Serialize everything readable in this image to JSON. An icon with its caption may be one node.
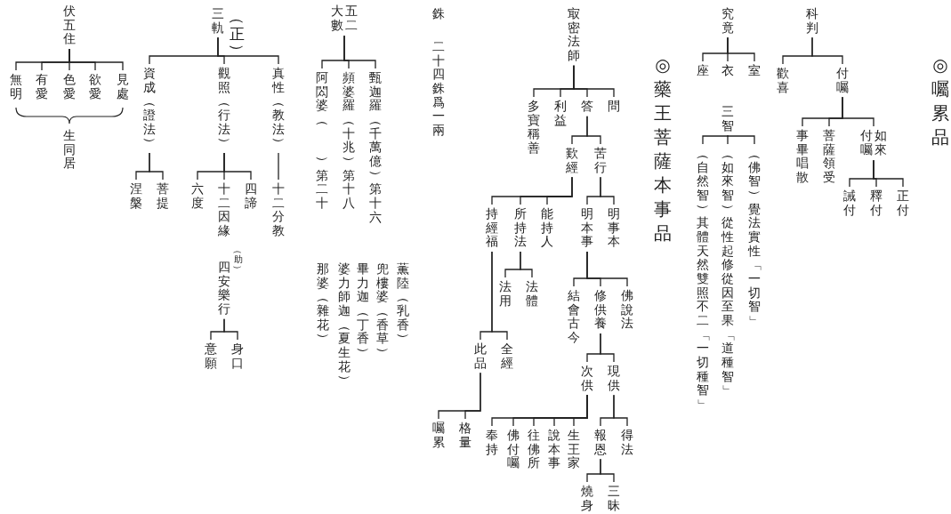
{
  "diagram": {
    "nodes": [
      {
        "text": [
          "科判"
        ]
      },
      {
        "text": [
          "歡喜"
        ]
      },
      {
        "text": [
          "付囑"
        ]
      },
      {
        "text": [
          "事畢唱散"
        ]
      },
      {
        "text": [
          "菩薩領受"
        ]
      },
      {
        "text": [
          "如來付囑"
        ]
      },
      {
        "text": [
          "誡付"
        ]
      },
      {
        "text": [
          "釋付"
        ]
      },
      {
        "text": [
          "正付"
        ]
      },
      {
        "text": [
          "究竟"
        ]
      },
      {
        "text": [
          "座"
        ]
      },
      {
        "text": [
          "衣"
        ]
      },
      {
        "text": [
          "室"
        ]
      },
      {
        "text": [
          "三智"
        ]
      },
      {
        "text": [
          "（佛智）覺法實性「一切智」"
        ]
      },
      {
        "text": [
          "（如來智）從性起修從因至果「道種智」"
        ]
      },
      {
        "text": [
          "（自然智）其體天然雙照不二「一切種智」"
        ]
      },
      {
        "text": [
          "㝡密法師"
        ]
      },
      {
        "text": [
          "問"
        ]
      },
      {
        "text": [
          "答"
        ]
      },
      {
        "text": [
          "利益"
        ]
      },
      {
        "text": [
          "多寶稱善"
        ]
      },
      {
        "text": [
          "苦行"
        ]
      },
      {
        "text": [
          "歎經"
        ]
      },
      {
        "text": [
          "明事本"
        ]
      },
      {
        "text": [
          "明本事"
        ]
      },
      {
        "text": [
          "能持人"
        ]
      },
      {
        "text": [
          "所持法"
        ]
      },
      {
        "text": [
          "持經福"
        ]
      },
      {
        "text": [
          "佛說法"
        ]
      },
      {
        "text": [
          "修供養"
        ]
      },
      {
        "text": [
          "結會古今"
        ]
      },
      {
        "text": [
          "法體"
        ]
      },
      {
        "text": [
          "法用"
        ]
      },
      {
        "text": [
          "全經"
        ]
      },
      {
        "text": [
          "此品"
        ]
      },
      {
        "text": [
          "現供"
        ]
      },
      {
        "text": [
          "次供"
        ]
      },
      {
        "text": [
          "得法"
        ]
      },
      {
        "text": [
          "報恩"
        ]
      },
      {
        "text": [
          "三昧"
        ]
      },
      {
        "text": [
          "燒身"
        ]
      },
      {
        "text": [
          "生王家"
        ]
      },
      {
        "text": [
          "說本事"
        ]
      },
      {
        "text": [
          "往佛所"
        ]
      },
      {
        "text": [
          "佛付囑"
        ]
      },
      {
        "text": [
          "奉持"
        ]
      },
      {
        "text": [
          "格量"
        ]
      },
      {
        "text": [
          "囑累"
        ]
      },
      {
        "text": [
          "五二大數"
        ]
      },
      {
        "text": [
          "甄迦羅（千萬億）第十六"
        ]
      },
      {
        "text": [
          "頻婆羅（十兆）第十八"
        ]
      },
      {
        "text": [
          "阿閦婆（　　）第二十"
        ]
      },
      {
        "text": [
          "三軌"
        ],
        "beside": [
          "（正）"
        ]
      },
      {
        "text": [
          "真性（教法）"
        ]
      },
      {
        "text": [
          "觀照（行法）"
        ]
      },
      {
        "text": [
          "資成（證法）"
        ]
      },
      {
        "text": [
          "十二分教"
        ]
      },
      {
        "text": [
          "四諦"
        ]
      },
      {
        "text": [
          "十二因緣"
        ]
      },
      {
        "text": [
          "六度"
        ]
      },
      {
        "text": [
          "菩提"
        ]
      },
      {
        "text": [
          "涅槃"
        ]
      },
      {
        "text": [
          "四安樂行"
        ],
        "beside": [
          "（助）"
        ]
      },
      {
        "text": [
          "身口"
        ]
      },
      {
        "text": [
          "意願"
        ]
      },
      {
        "text": [
          "伏五住"
        ]
      },
      {
        "text": [
          "見處"
        ]
      },
      {
        "text": [
          "欲愛"
        ]
      },
      {
        "text": [
          "色愛"
        ]
      },
      {
        "text": [
          "有愛"
        ]
      },
      {
        "text": [
          "無明"
        ]
      }
    ],
    "edges": [
      {
        "from": 0,
        "to": 1,
        "arrow": "none"
      },
      {
        "from": 0,
        "to": 2,
        "arrow": "none"
      },
      {
        "from": 2,
        "to": 3,
        "arrow": "none"
      },
      {
        "from": 2,
        "to": 4,
        "arrow": "none"
      },
      {
        "from": 2,
        "to": 5,
        "arrow": "none"
      },
      {
        "from": 5,
        "to": 6,
        "arrow": "none"
      },
      {
        "from": 5,
        "to": 7,
        "arrow": "none"
      },
      {
        "from": 5,
        "to": 8,
        "arrow": "none"
      },
      {
        "from": 9,
        "to": 10,
        "arrow": "none"
      },
      {
        "from": 9,
        "to": 11,
        "arrow": "none"
      },
      {
        "from": 9,
        "to": 12,
        "arrow": "none"
      },
      {
        "from": 13,
        "to": 14,
        "arrow": "none"
      },
      {
        "from": 13,
        "to": 15,
        "arrow": "none"
      },
      {
        "from": 13,
        "to": 16,
        "arrow": "none"
      },
      {
        "from": 17,
        "to": 18,
        "arrow": "none"
      },
      {
        "from": 17,
        "to": 19,
        "arrow": "none"
      },
      {
        "from": 17,
        "to": 20,
        "arrow": "none"
      },
      {
        "from": 17,
        "to": 21,
        "arrow": "none"
      },
      {
        "from": 19,
        "to": 22,
        "arrow": "none"
      },
      {
        "from": 19,
        "to": 23,
        "arrow": "none"
      },
      {
        "from": 22,
        "to": 24,
        "arrow": "none"
      },
      {
        "from": 22,
        "to": 25,
        "arrow": "none"
      },
      {
        "from": 23,
        "to": 26,
        "arrow": "none"
      },
      {
        "from": 23,
        "to": 27,
        "arrow": "none"
      },
      {
        "from": 23,
        "to": 28,
        "arrow": "none"
      },
      {
        "from": 27,
        "to": 32,
        "arrow": "none"
      },
      {
        "from": 27,
        "to": 33,
        "arrow": "none"
      },
      {
        "from": 25,
        "to": 29,
        "arrow": "none"
      },
      {
        "from": 25,
        "to": 30,
        "arrow": "none"
      },
      {
        "from": 25,
        "to": 31,
        "arrow": "none"
      },
      {
        "from": 28,
        "to": 34,
        "arrow": "none"
      },
      {
        "from": 28,
        "to": 35,
        "arrow": "none"
      },
      {
        "from": 35,
        "to": 47,
        "arrow": "none"
      },
      {
        "from": 35,
        "to": 48,
        "arrow": "none"
      },
      {
        "from": 30,
        "to": 36,
        "arrow": "none"
      },
      {
        "from": 30,
        "to": 37,
        "arrow": "none"
      },
      {
        "from": 37,
        "to": 42,
        "arrow": "none"
      },
      {
        "from": 37,
        "to": 43,
        "arrow": "none"
      },
      {
        "from": 37,
        "to": 44,
        "arrow": "none"
      },
      {
        "from": 37,
        "to": 45,
        "arrow": "none"
      },
      {
        "from": 37,
        "to": 46,
        "arrow": "none"
      },
      {
        "from": 36,
        "to": 38,
        "arrow": "none"
      },
      {
        "from": 36,
        "to": 39,
        "arrow": "none"
      },
      {
        "from": 39,
        "to": 40,
        "arrow": "none"
      },
      {
        "from": 39,
        "to": 41,
        "arrow": "none"
      },
      {
        "from": 49,
        "to": 50,
        "arrow": "none"
      },
      {
        "from": 49,
        "to": 51,
        "arrow": "none"
      },
      {
        "from": 49,
        "to": 52,
        "arrow": "none"
      },
      {
        "from": 53,
        "to": 54,
        "arrow": "none"
      },
      {
        "from": 53,
        "to": 55,
        "arrow": "none"
      },
      {
        "from": 53,
        "to": 56,
        "arrow": "none"
      },
      {
        "from": 56,
        "to": 61,
        "arrow": "none"
      },
      {
        "from": 56,
        "to": 62,
        "arrow": "none"
      },
      {
        "from": 55,
        "to": 58,
        "arrow": "none"
      },
      {
        "from": 55,
        "to": 59,
        "arrow": "none"
      },
      {
        "from": 55,
        "to": 60,
        "arrow": "none"
      },
      {
        "from": 54,
        "to": 57,
        "arrow": "none"
      },
      {
        "from": 63,
        "to": 64,
        "arrow": "none"
      },
      {
        "from": 63,
        "to": 65,
        "arrow": "none"
      },
      {
        "from": 66,
        "to": 67,
        "arrow": "none"
      },
      {
        "from": 66,
        "to": 68,
        "arrow": "none"
      },
      {
        "from": 66,
        "to": 69,
        "arrow": "none"
      },
      {
        "from": 66,
        "to": 70,
        "arrow": "none"
      },
      {
        "from": 66,
        "to": 71,
        "arrow": "none"
      }
    ],
    "labels": [
      "◎囑累品",
      "◎藥王菩薩本事品",
      "銖",
      "二十四銖爲一兩",
      "薫陸（乳香）",
      "兜樓婆（香草）",
      "畢力迦（丁香）",
      "婆力師迦（夏生花）",
      "那婆（雜花）",
      "生同居"
    ]
  }
}
